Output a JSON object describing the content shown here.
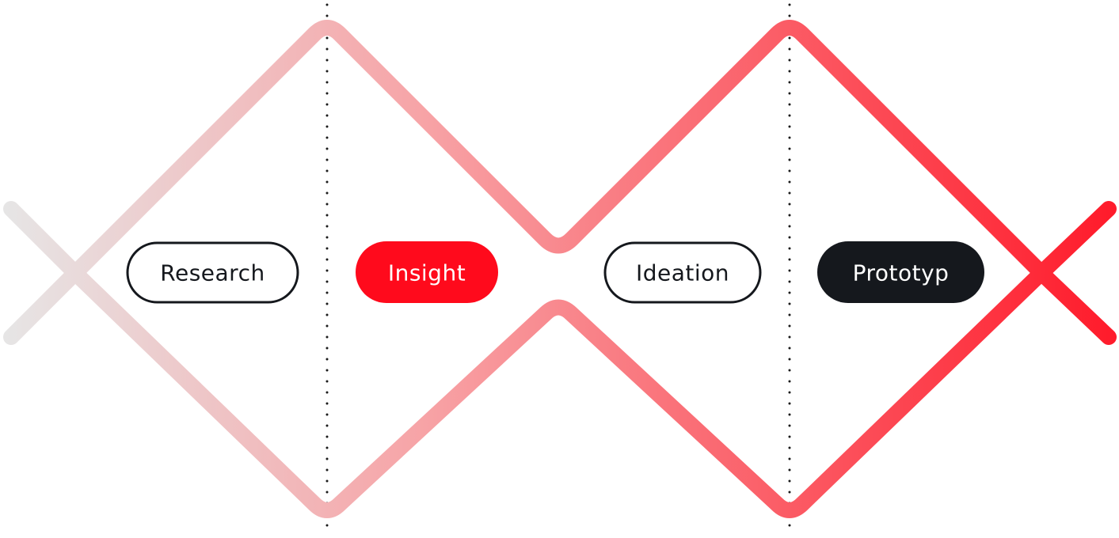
{
  "diagram": {
    "type": "double-diamond",
    "colors": {
      "gradient_start": "#e6e6e6",
      "gradient_mid": "#f7a3a6",
      "gradient_end": "#ff1a2a",
      "divider": "#1a1a1a",
      "outline_pill_border": "#15181d",
      "outline_pill_text": "#15181d",
      "insight_fill": "#ff0a1c",
      "prototype_fill": "#15181d",
      "filled_pill_text": "#ffffff"
    },
    "phases": [
      {
        "label": "Research",
        "style": "outline"
      },
      {
        "label": "Insight",
        "style": "filled-red"
      },
      {
        "label": "Ideation",
        "style": "outline"
      },
      {
        "label": "Prototyp",
        "style": "filled-dark"
      }
    ]
  }
}
